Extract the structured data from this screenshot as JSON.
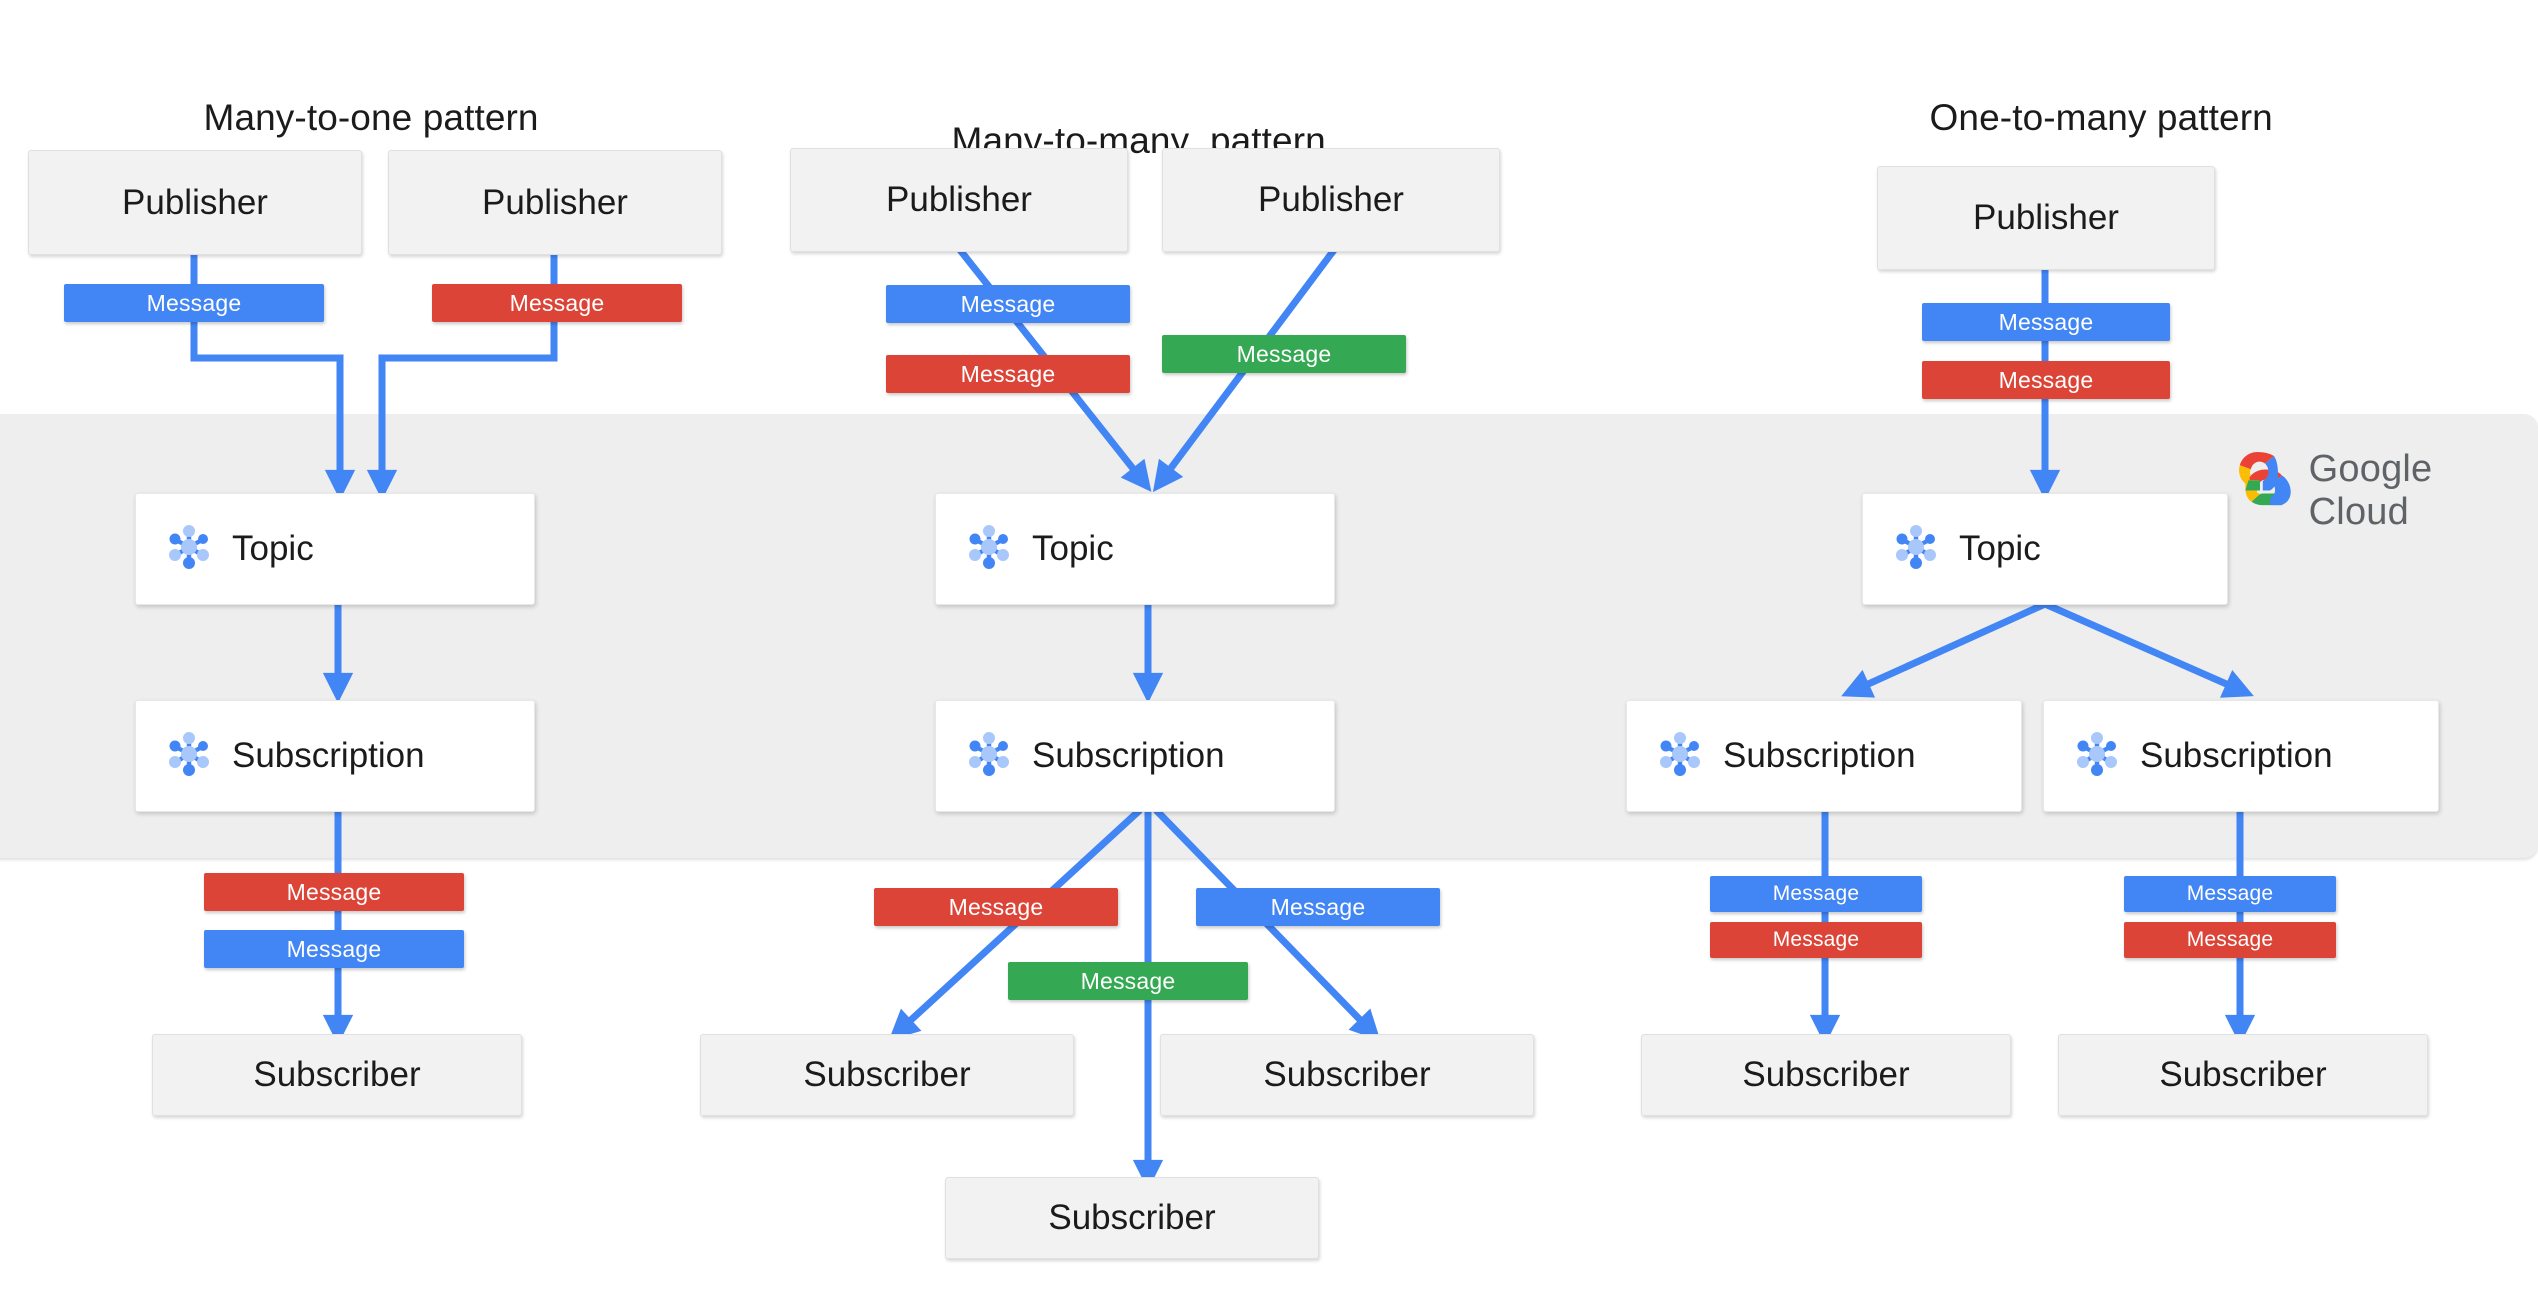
{
  "diagram": {
    "title_pattern_1": "Many-to-one pattern",
    "title_pattern_2": "Many-to-many  pattern",
    "title_pattern_3": "One-to-many pattern",
    "labels": {
      "publisher": "Publisher",
      "subscriber": "Subscriber",
      "topic": "Topic",
      "subscription": "Subscription",
      "message": "Message"
    },
    "brand": {
      "name_google": "Google",
      "name_cloud": "Cloud",
      "text_color": "#5F6368",
      "logo_red": "#EA4335",
      "logo_yellow": "#FBBC04",
      "logo_green": "#34A853",
      "logo_blue": "#4285F4"
    },
    "colors": {
      "message_blue": "#4285F4",
      "message_red": "#DB4437",
      "message_green": "#34A853",
      "arrow_blue": "#4285F4",
      "band_gray": "#EEEEEE",
      "node_gray": "#F2F2F2",
      "service_white": "#FFFFFF",
      "text_dark": "#1B1B1B",
      "icon_blue": "#4285F4",
      "icon_light_blue": "#A8C7FA"
    },
    "columns": [
      {
        "id": "many-to-one",
        "title": "Many-to-one pattern",
        "publishers": [
          "Publisher",
          "Publisher"
        ],
        "publisher_messages": [
          {
            "label": "Message",
            "color": "blue"
          },
          {
            "label": "Message",
            "color": "red"
          }
        ],
        "topics": [
          "Topic"
        ],
        "subscriptions": [
          "Subscription"
        ],
        "subscriber_messages": [
          {
            "label": "Message",
            "color": "red"
          },
          {
            "label": "Message",
            "color": "blue"
          }
        ],
        "subscribers": [
          "Subscriber"
        ]
      },
      {
        "id": "many-to-many",
        "title": "Many-to-many  pattern",
        "publishers": [
          "Publisher",
          "Publisher"
        ],
        "publisher_messages": [
          {
            "label": "Message",
            "color": "blue"
          },
          {
            "label": "Message",
            "color": "red"
          },
          {
            "label": "Message",
            "color": "green"
          }
        ],
        "topics": [
          "Topic"
        ],
        "subscriptions": [
          "Subscription"
        ],
        "subscriber_messages": [
          {
            "label": "Message",
            "color": "red"
          },
          {
            "label": "Message",
            "color": "blue"
          },
          {
            "label": "Message",
            "color": "green"
          }
        ],
        "subscribers": [
          "Subscriber",
          "Subscriber",
          "Subscriber"
        ]
      },
      {
        "id": "one-to-many",
        "title": "One-to-many pattern",
        "publishers": [
          "Publisher"
        ],
        "publisher_messages": [
          {
            "label": "Message",
            "color": "blue"
          },
          {
            "label": "Message",
            "color": "red"
          }
        ],
        "topics": [
          "Topic"
        ],
        "subscriptions": [
          "Subscription",
          "Subscription"
        ],
        "subscriber_messages": [
          {
            "label": "Message",
            "color": "blue"
          },
          {
            "label": "Message",
            "color": "red"
          },
          {
            "label": "Message",
            "color": "blue"
          },
          {
            "label": "Message",
            "color": "red"
          }
        ],
        "subscribers": [
          "Subscriber",
          "Subscriber"
        ]
      }
    ]
  }
}
